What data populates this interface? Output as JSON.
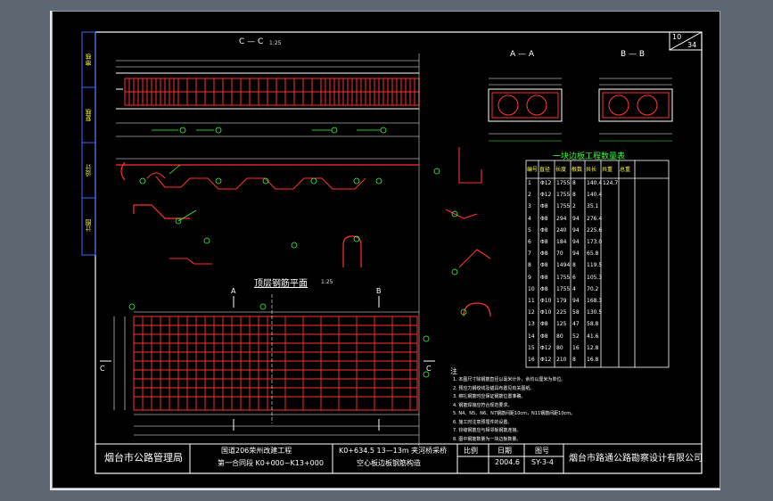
{
  "sheet": {
    "sheet_no": "10",
    "sheet_total": "34"
  },
  "side_labels": [
    "审核",
    "复核",
    "设计",
    "计图"
  ],
  "views": {
    "section_cc": "C — C",
    "section_cc_scale": "1:25",
    "section_aa": "A — A",
    "section_bb": "B — B",
    "plan_title": "顶层钢筋平面",
    "plan_scale": "1:25",
    "marker_a": "A",
    "marker_b": "B",
    "marker_c": "C"
  },
  "table": {
    "title": "一块边板工程数量表",
    "headers": [
      "编号",
      "直径",
      "长度",
      "根数",
      "共长",
      "共重",
      "总重"
    ],
    "rows": [
      [
        "1",
        "Φ12",
        "1755",
        "8",
        "140.4",
        "124.7",
        ""
      ],
      [
        "2",
        "Φ12",
        "1755",
        "8",
        "140.4",
        "",
        ""
      ],
      [
        "3",
        "Φ8",
        "1755",
        "2",
        "35.1",
        "",
        ""
      ],
      [
        "4",
        "Φ8",
        "294",
        "94",
        "276.4",
        "",
        ""
      ],
      [
        "5",
        "Φ8",
        "240",
        "94",
        "225.6",
        "",
        ""
      ],
      [
        "6",
        "Φ8",
        "184",
        "94",
        "173.0",
        "",
        ""
      ],
      [
        "7",
        "Φ8",
        "70",
        "94",
        "65.8",
        "",
        ""
      ],
      [
        "8",
        "Φ8",
        "1494",
        "8",
        "119.5",
        "",
        ""
      ],
      [
        "9",
        "Φ8",
        "1755",
        "6",
        "105.3",
        "",
        ""
      ],
      [
        "10",
        "Φ8",
        "1755",
        "4",
        "70.2",
        "",
        ""
      ],
      [
        "11",
        "Φ10",
        "179",
        "94",
        "168.3",
        "",
        ""
      ],
      [
        "12",
        "Φ10",
        "225",
        "58",
        "130.5",
        "",
        ""
      ],
      [
        "13",
        "Φ8",
        "125",
        "47",
        "58.8",
        "",
        ""
      ],
      [
        "14",
        "Φ8",
        "80",
        "52",
        "41.6",
        "",
        ""
      ],
      [
        "15",
        "Φ12",
        "80",
        "16",
        "12.8",
        "",
        ""
      ],
      [
        "16",
        "Φ12",
        "210",
        "8",
        "16.8",
        "",
        ""
      ]
    ]
  },
  "notes": {
    "heading": "注",
    "lines": [
      "1. 本图尺寸除钢筋直径以毫米计外，余均以厘米为单位。",
      "2. 预应力钢绞线及锚具布置见有关图纸。",
      "3. 绑扎钢筋时应保证钢筋位置准确。",
      "4. 钢筋焊接应符合规范要求。",
      "5. N4、N5、N6、N7钢筋间距10cm，N11钢筋间距10cm。",
      "6. 施工时注意预埋件的设置。",
      "7. 铰缝钢筋应与相邻板钢筋连接。",
      "8. 图中钢筋数量为一块边板数量。"
    ]
  },
  "title_block": {
    "left_org": "烟台市公路管理局",
    "project_line1": "国道206荣州改建工程",
    "project_line2": "第一合同段 K0+000~K13+000",
    "drawing_line1": "K0+634.5 13—13m 夹河桥采桥",
    "drawing_line2": "空心板边板钢筋构造",
    "scale_label": "比例",
    "date_label": "日期",
    "date_value": "2004.6",
    "drawing_no_label": "图号",
    "drawing_no_value": "SY-3-4",
    "right_org": "烟台市路通公路勘察设计有限公司"
  }
}
